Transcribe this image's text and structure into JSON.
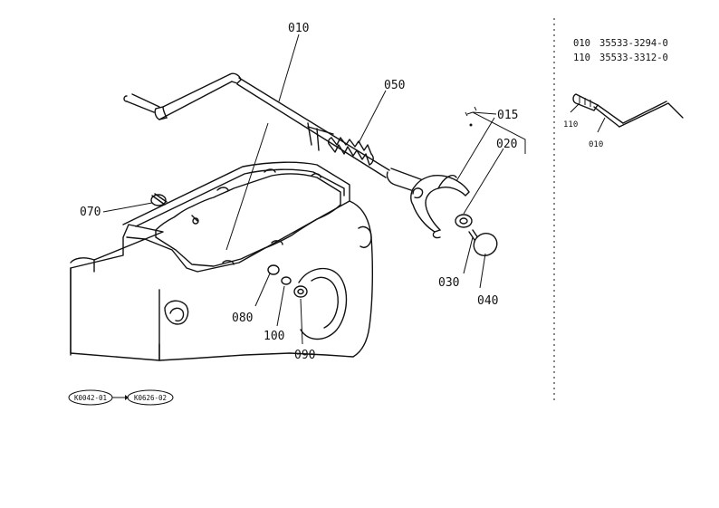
{
  "callouts": {
    "c010": "010",
    "c050": "050",
    "c015": "015",
    "c020": "020",
    "c070": "070",
    "c030": "030",
    "c040": "040",
    "c080": "080",
    "c100": "100",
    "c090": "090"
  },
  "ref_codes": {
    "from": "K0042-01",
    "to": "K0626-02"
  },
  "part_list": [
    {
      "ref": "010",
      "part_no": "35533-3294-0"
    },
    {
      "ref": "110",
      "part_no": "35533-3312-0"
    }
  ],
  "inset_labels": {
    "l110": "110",
    "l010": "010"
  }
}
